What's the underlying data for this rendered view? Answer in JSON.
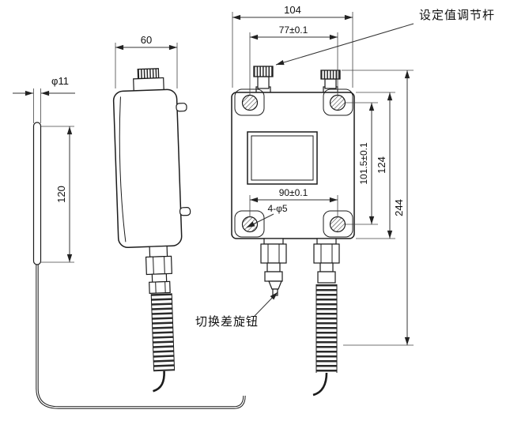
{
  "drawing": {
    "callouts": {
      "setpoint_rod": "设定值调节杆",
      "switch_diff_knob": "切换差旋钮"
    },
    "dimensions": {
      "front_width": "104",
      "top_hole_spacing": "77±0.1",
      "side_width": "60",
      "bulb_diameter": "φ11",
      "bulb_length": "120",
      "bottom_hole_spacing": "90±0.1",
      "mounting_holes": "4-φ5",
      "vertical_hole_spacing": "101.5±0.1",
      "body_height": "124",
      "overall_height": "244"
    }
  }
}
